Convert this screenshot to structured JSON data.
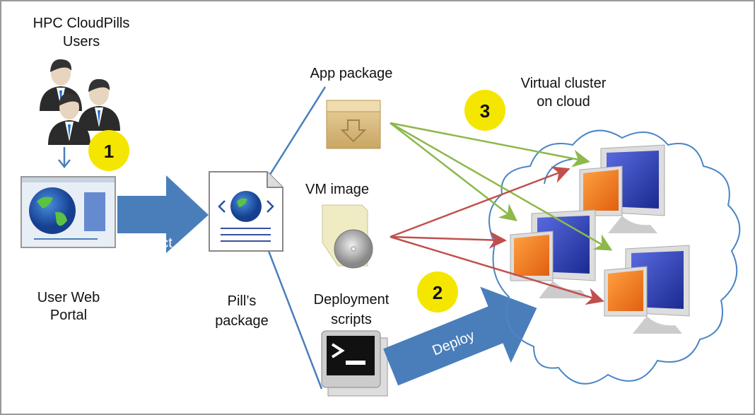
{
  "labels": {
    "users": [
      "HPC CloudPills",
      "Users"
    ],
    "portal": [
      "User Web",
      "Portal"
    ],
    "pill_package": [
      "Pill’s",
      "package"
    ],
    "app_package": "App package",
    "vm_image": "VM image",
    "deployment_scripts": [
      "Deployment",
      "scripts"
    ],
    "virtual_cluster": [
      "Virtual cluster",
      "on cloud"
    ]
  },
  "arrows": {
    "select": "Select",
    "deploy": "Deploy"
  },
  "badges": [
    "1",
    "2",
    "3"
  ],
  "colors": {
    "primary_blue": "#4a7ebb",
    "badge_yellow": "#f5e600",
    "app_arrow_green": "#8db84a",
    "vm_arrow_red": "#c0504d",
    "cloud_outline": "#4a86c5",
    "monitor_orange": "#f07818",
    "monitor_blue": "#2a3fa8"
  }
}
